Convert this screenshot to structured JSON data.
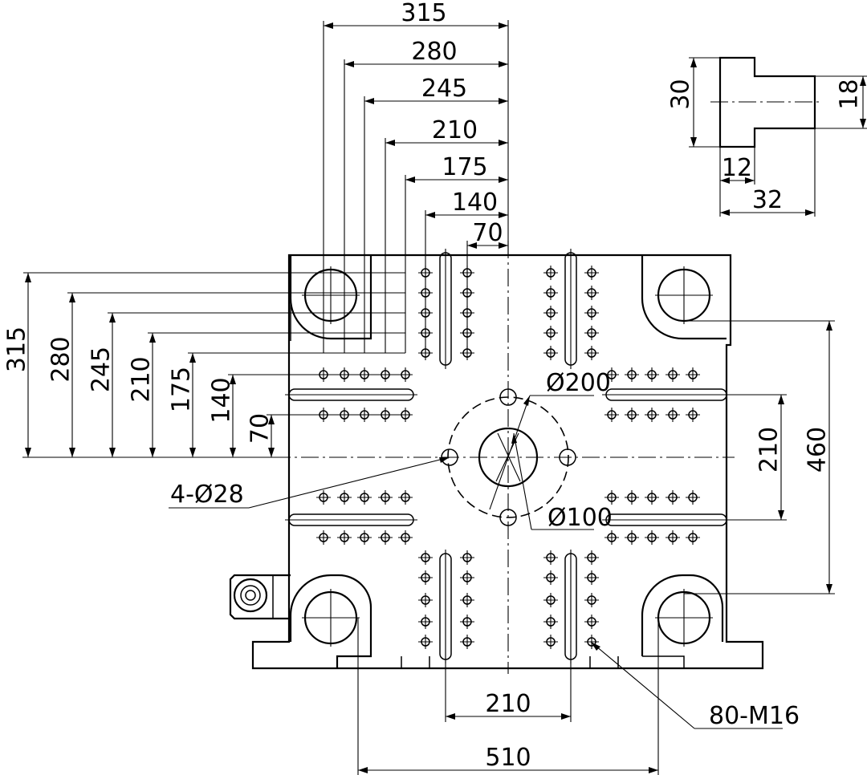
{
  "dimensions": {
    "top": [
      "315",
      "280",
      "245",
      "210",
      "175",
      "140",
      "70"
    ],
    "left": [
      "315",
      "280",
      "245",
      "210",
      "175",
      "140",
      "70"
    ],
    "bottom_slot": "210",
    "bottom_overall": "510",
    "right_slot": "210",
    "right_overall": "460"
  },
  "callouts": {
    "ring_dia": "Ø200",
    "bore_dia": "Ø100",
    "holes": "4-Ø28",
    "tapped": "80-M16"
  },
  "slot_detail": {
    "height": "30",
    "width": "18",
    "depth": "12",
    "overall": "32"
  }
}
